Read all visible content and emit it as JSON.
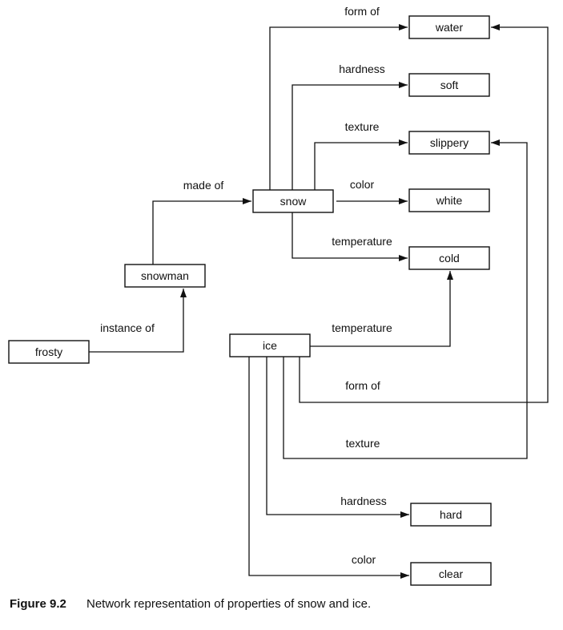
{
  "figure": {
    "number": "Figure 9.2",
    "caption": "Network representation of properties of snow and ice."
  },
  "nodes": {
    "frosty": "frosty",
    "snowman": "snowman",
    "snow": "snow",
    "ice": "ice",
    "water": "water",
    "soft": "soft",
    "slippery": "slippery",
    "white": "white",
    "cold": "cold",
    "hard": "hard",
    "clear": "clear"
  },
  "edges": [
    {
      "from": "frosty",
      "to": "snowman",
      "label": "instance of"
    },
    {
      "from": "snowman",
      "to": "snow",
      "label": "made of"
    },
    {
      "from": "snow",
      "to": "water",
      "label": "form of"
    },
    {
      "from": "snow",
      "to": "soft",
      "label": "hardness"
    },
    {
      "from": "snow",
      "to": "slippery",
      "label": "texture"
    },
    {
      "from": "snow",
      "to": "white",
      "label": "color"
    },
    {
      "from": "snow",
      "to": "cold",
      "label": "temperature"
    },
    {
      "from": "ice",
      "to": "cold",
      "label": "temperature"
    },
    {
      "from": "ice",
      "to": "water",
      "label": "form of"
    },
    {
      "from": "ice",
      "to": "slippery",
      "label": "texture"
    },
    {
      "from": "ice",
      "to": "hard",
      "label": "hardness"
    },
    {
      "from": "ice",
      "to": "clear",
      "label": "color"
    }
  ]
}
